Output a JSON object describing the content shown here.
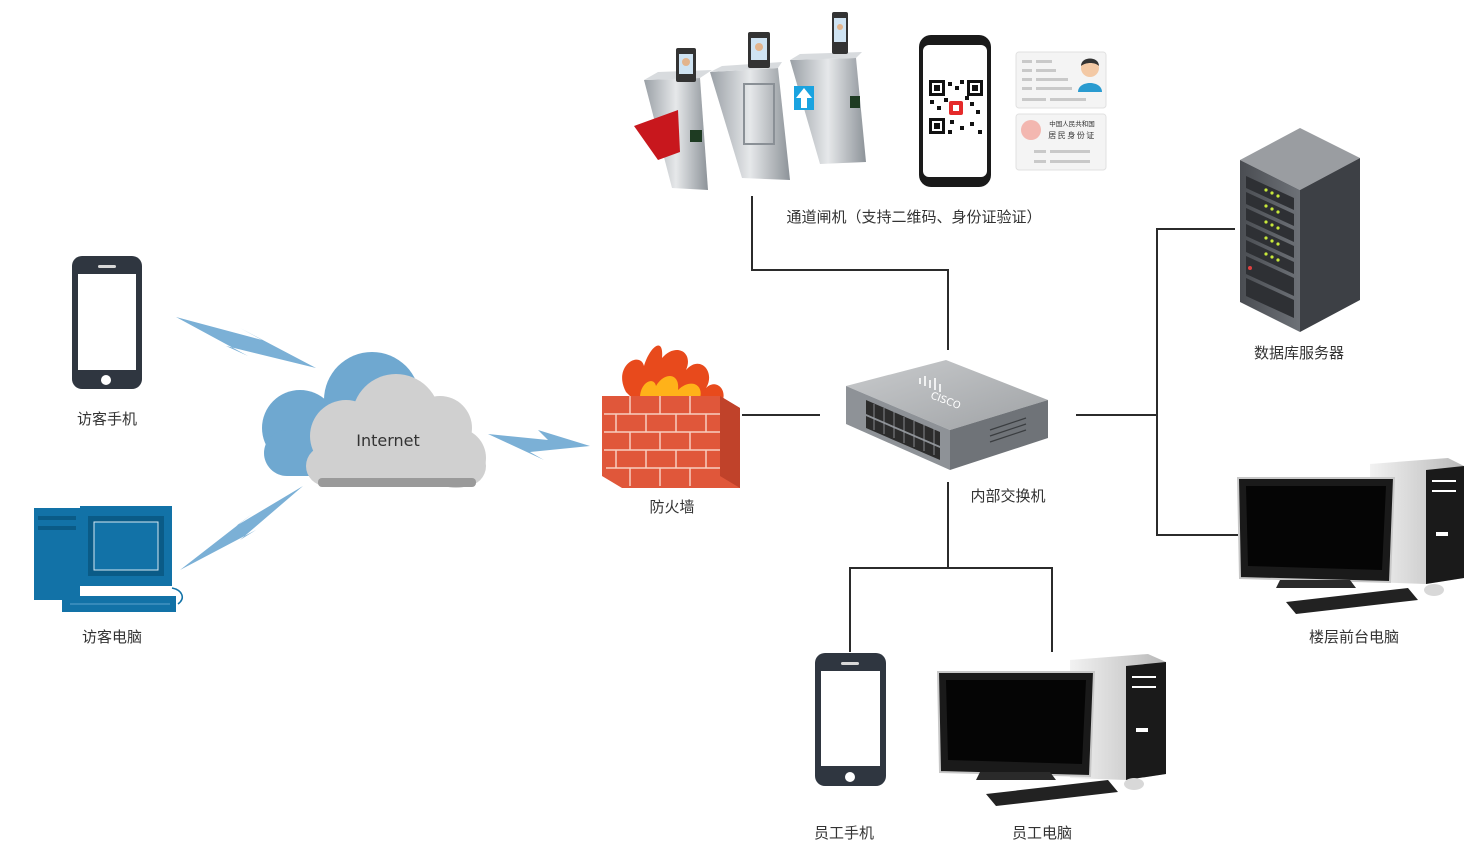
{
  "labels": {
    "visitor_phone": "访客手机",
    "visitor_pc": "访客电脑",
    "internet": "Internet",
    "firewall": "防火墙",
    "gate": "通道闸机（支持二维码、身份证验证）",
    "switch": "内部交换机",
    "db_server": "数据库服务器",
    "floor_pc": "楼层前台电脑",
    "staff_phone": "员工手机",
    "staff_pc": "员工电脑"
  },
  "switch_brand": "CISCO",
  "id_card_text": {
    "line1": "中国人民共和国",
    "line2": "居民身份证"
  },
  "colors": {
    "line": "#2b2b2b",
    "lightning": "#7bb0d6",
    "cloud_back": "#6fa8d0",
    "cloud_front": "#d0d0d0",
    "firewall_brick": "#e0573a",
    "visitor_pc_blue": "#1272a7",
    "phone_body": "#2f3640"
  }
}
